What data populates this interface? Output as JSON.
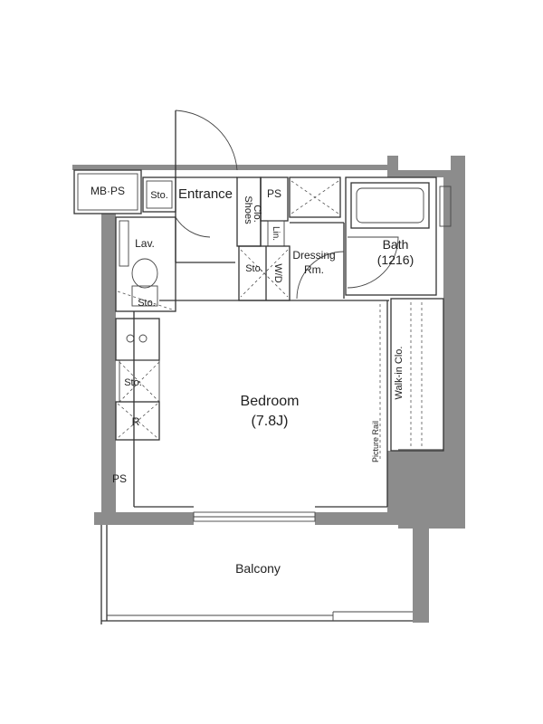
{
  "rooms": {
    "mb_ps": "MB·PS",
    "storage_entrance": "Sto.",
    "entrance": "Entrance",
    "shoes_closet_1": "Shoes",
    "shoes_closet_2": "Clo.",
    "ps_top": "PS",
    "linen": "Lin.",
    "lavatory": "Lav.",
    "storage_toilet": "Sto.",
    "storage_wd": "Sto.",
    "washer_dryer": "W/D",
    "dressing_1": "Dressing",
    "dressing_2": "Rm.",
    "bath": "Bath",
    "bath_size": "(1216)",
    "storage_kitchen": "Sto.",
    "refrigerator": "R",
    "bedroom": "Bedroom",
    "bedroom_size": "(7.8J)",
    "walk_in_closet": "Walk-in Clo.",
    "picture_rail": "Picture Rail",
    "ps_left": "PS",
    "balcony": "Balcony"
  }
}
